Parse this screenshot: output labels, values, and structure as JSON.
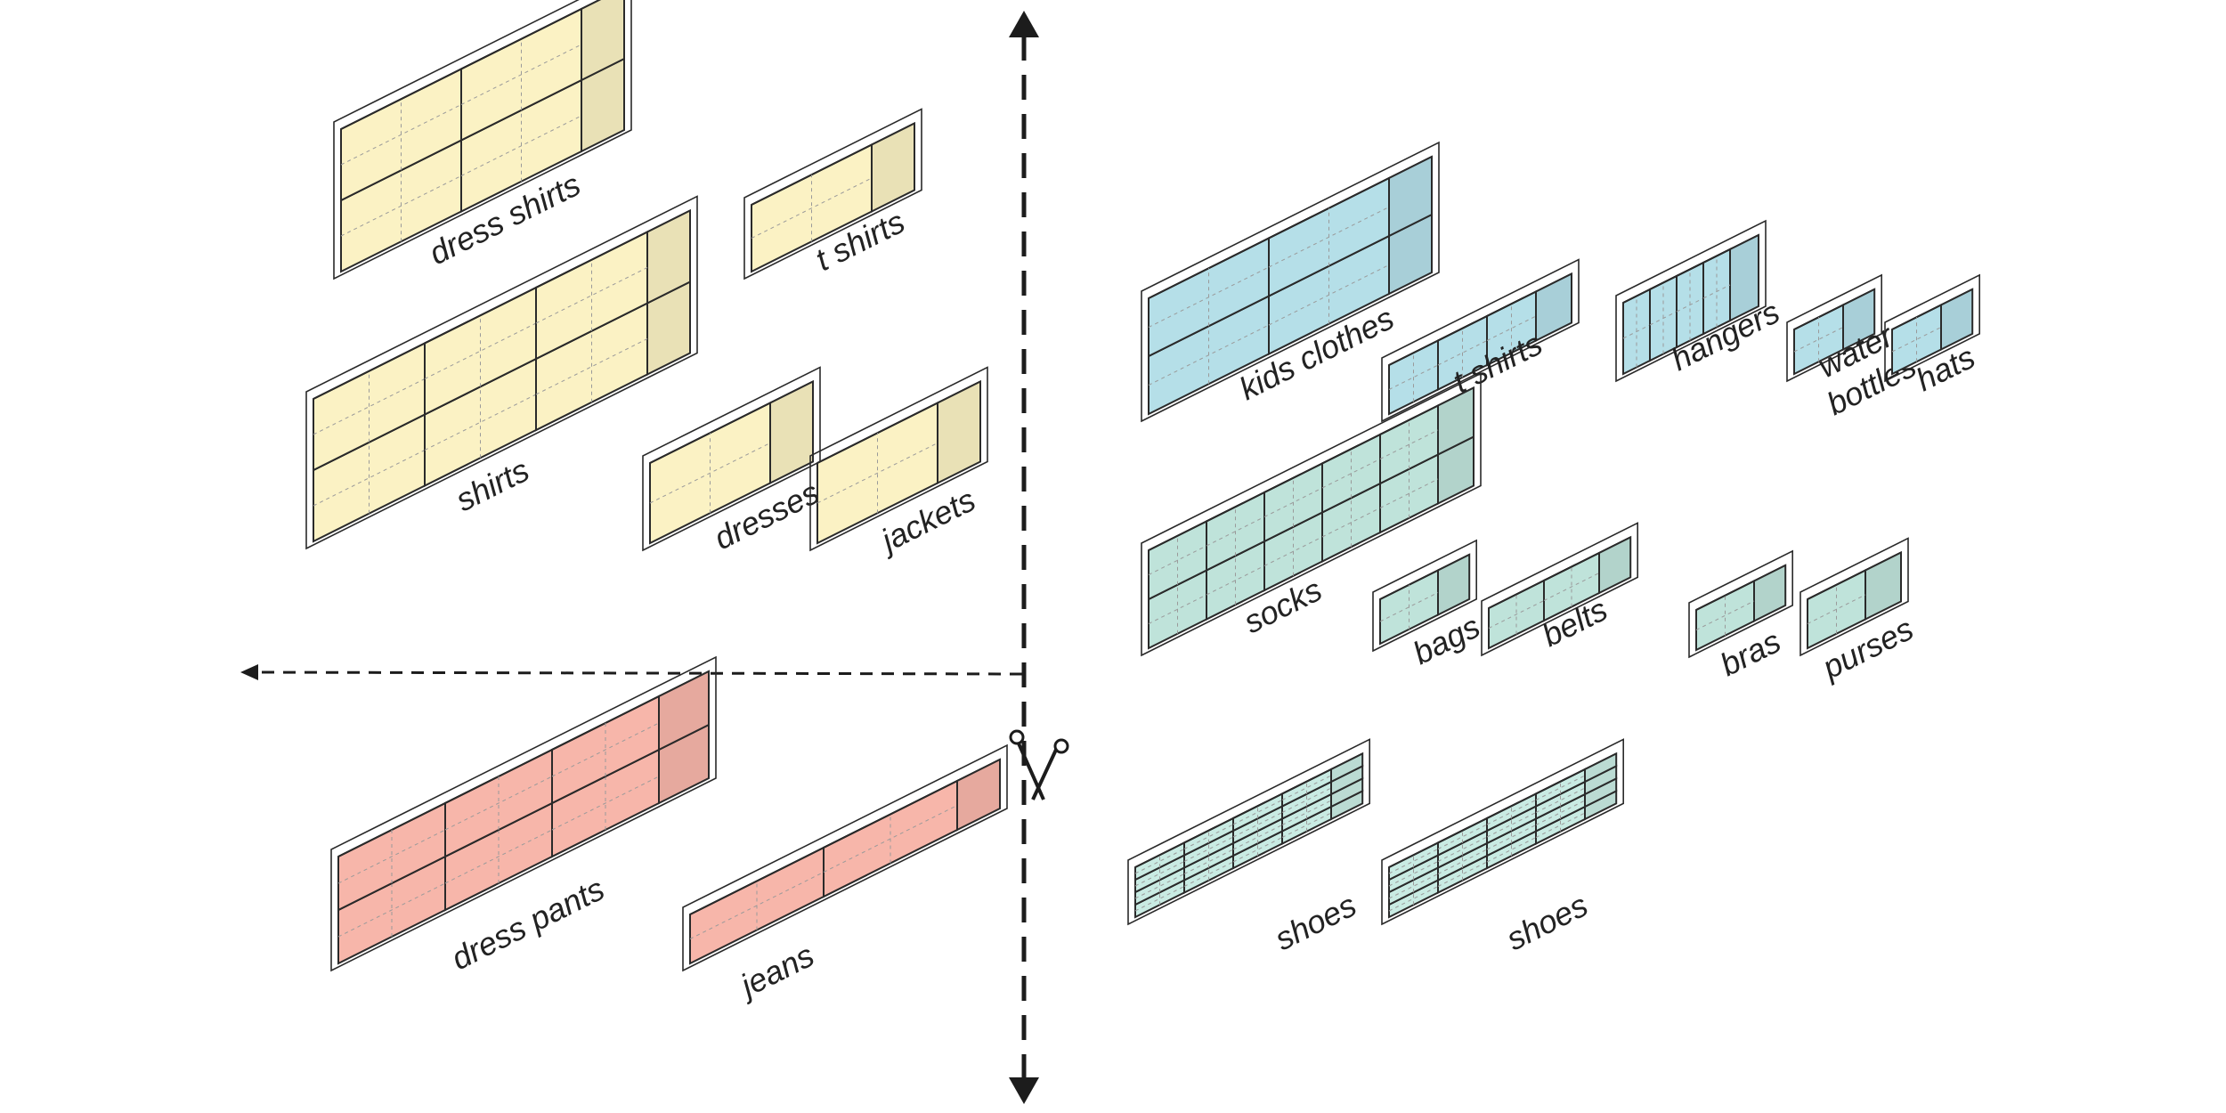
{
  "colors": {
    "yellow": "#fbf2c4",
    "blue": "#b5dfe8",
    "green": "#bfe3da",
    "mint": "#c9ebe3",
    "red": "#f7b6aa",
    "stroke": "#2a2a2a",
    "axis": "#1c1c1c"
  },
  "icons": {
    "cut_marker": "scissors-icon"
  },
  "groups": [
    {
      "id": "dress-shirts",
      "label": "dress shirts",
      "color": "yellow",
      "cols": 2,
      "rows": 2
    },
    {
      "id": "t-shirts-left",
      "label": "t shirts",
      "color": "yellow",
      "cols": 1,
      "rows": 1
    },
    {
      "id": "shirts",
      "label": "shirts",
      "color": "yellow",
      "cols": 3,
      "rows": 2
    },
    {
      "id": "dresses",
      "label": "dresses",
      "color": "yellow",
      "cols": 1,
      "rows": 1
    },
    {
      "id": "jackets",
      "label": "jackets",
      "color": "yellow",
      "cols": 1,
      "rows": 1
    },
    {
      "id": "dress-pants",
      "label": "dress pants",
      "color": "red",
      "cols": 3,
      "rows": 2
    },
    {
      "id": "jeans",
      "label": "jeans",
      "color": "red",
      "cols": 2,
      "rows": 1
    },
    {
      "id": "kids-clothes",
      "label": "kids clothes",
      "color": "blue",
      "cols": 2,
      "rows": 2
    },
    {
      "id": "t-shirts-right",
      "label": "t shirts",
      "color": "blue",
      "cols": 3,
      "rows": 1
    },
    {
      "id": "hangers",
      "label": "hangers",
      "color": "blue",
      "cols": 4,
      "rows": 1
    },
    {
      "id": "water-bottles",
      "label": "water bottles",
      "color": "blue",
      "cols": 1,
      "rows": 1
    },
    {
      "id": "hats",
      "label": "hats",
      "color": "blue",
      "cols": 1,
      "rows": 1
    },
    {
      "id": "socks",
      "label": "socks",
      "color": "green",
      "cols": 5,
      "rows": 2
    },
    {
      "id": "bags",
      "label": "bags",
      "color": "green",
      "cols": 1,
      "rows": 1
    },
    {
      "id": "belts",
      "label": "belts",
      "color": "green",
      "cols": 2,
      "rows": 1
    },
    {
      "id": "bras",
      "label": "bras",
      "color": "green",
      "cols": 1,
      "rows": 1
    },
    {
      "id": "purses",
      "label": "purses",
      "color": "green",
      "cols": 1,
      "rows": 1
    },
    {
      "id": "shoes-1",
      "label": "shoes",
      "color": "mint",
      "cols": 4,
      "rows": 4
    },
    {
      "id": "shoes-2",
      "label": "shoes",
      "color": "mint",
      "cols": 4,
      "rows": 4
    }
  ]
}
